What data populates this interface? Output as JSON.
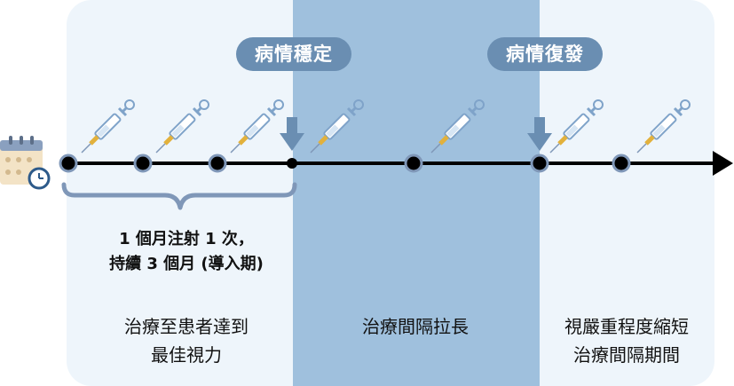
{
  "markers": {
    "stable": "病情穩定",
    "relapse": "病情復發"
  },
  "loading_note": {
    "line1": "1 個月注射 1 次，",
    "line2": "持續 3 個月 (導入期)"
  },
  "phases": [
    {
      "line1": "治療至患者達到",
      "line2": "最佳視力"
    },
    {
      "line1": "治療間隔拉長",
      "line2": ""
    },
    {
      "line1": "視嚴重程度縮短",
      "line2": "治療間隔期間"
    }
  ],
  "colors": {
    "panel_light": "#eef5fb",
    "panel_band": "#9fc0dd",
    "pill": "#6a8eb2",
    "arrow_down": "#6a8eb2",
    "timeline": "#000000",
    "node_ring": "#7f97b8"
  },
  "icons": {
    "calendar": "calendar-clock-icon",
    "syringe": "syringe-icon",
    "arrow": "down-arrow-icon"
  }
}
